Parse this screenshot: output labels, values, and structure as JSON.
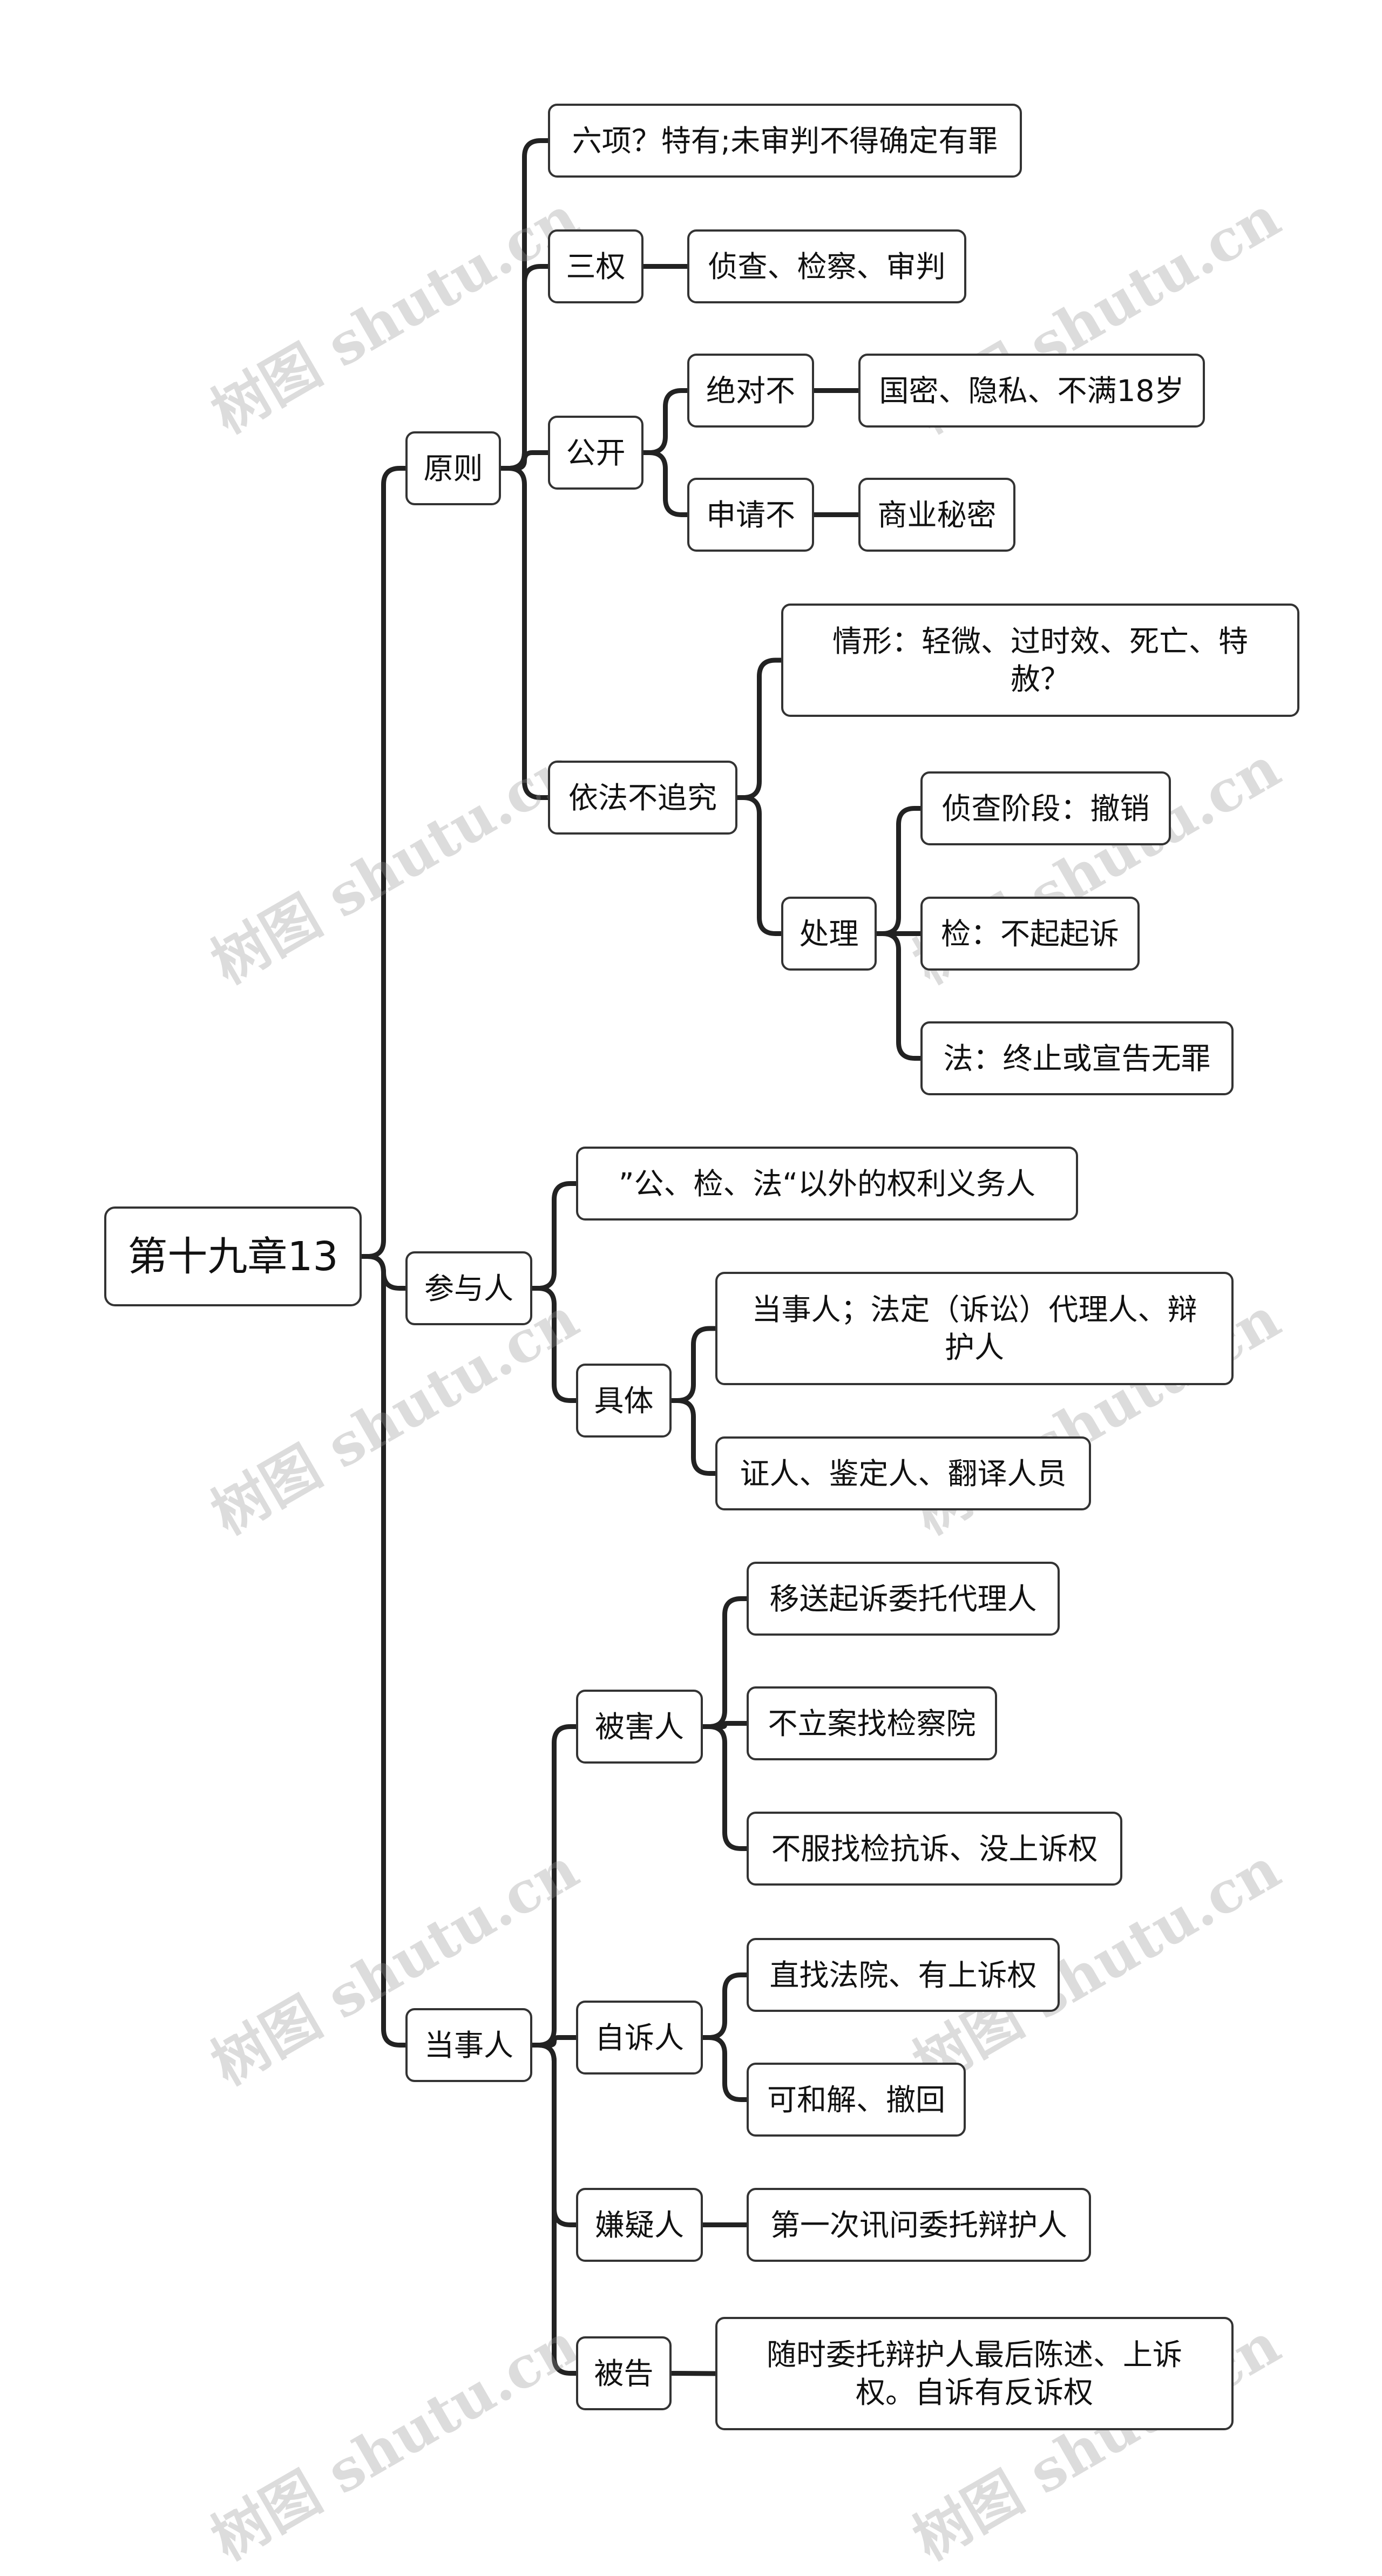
{
  "watermark": "树图 shutu.cn",
  "mindmap": {
    "root": "第十九章13",
    "principle": {
      "label": "原则",
      "six_items": "六项？特有;未审判不得确定有罪",
      "three_powers": {
        "label": "三权",
        "detail": "侦查、检察、审判"
      },
      "publicity": {
        "label": "公开",
        "absolute": {
          "label": "绝对不",
          "detail": "国密、隐私、不满18岁"
        },
        "on_request": {
          "label": "申请不",
          "detail": "商业秘密"
        }
      },
      "no_prosecution": {
        "label": "依法不追究",
        "circumstances": "情形：轻微、过时效、死亡、特赦？",
        "handling": {
          "label": "处理",
          "investigation": "侦查阶段：撤销",
          "procuratorate": "检：不起起诉",
          "court": "法：终止或宣告无罪"
        }
      }
    },
    "participants": {
      "label": "参与人",
      "definition": "”公、检、法“以外的权利义务人",
      "specific": {
        "label": "具体",
        "parties": "当事人；法定（诉讼）代理人、辩护人",
        "others": "证人、鉴定人、翻译人员"
      }
    },
    "litigants": {
      "label": "当事人",
      "victim": {
        "label": "被害人",
        "item1": "移送起诉委托代理人",
        "item2": "不立案找检察院",
        "item3": "不服找检抗诉、没上诉权"
      },
      "private_prosecutor": {
        "label": "自诉人",
        "item1": "直找法院、有上诉权",
        "item2": "可和解、撤回"
      },
      "suspect": {
        "label": "嫌疑人",
        "item1": "第一次讯问委托辩护人"
      },
      "defendant": {
        "label": "被告",
        "item1": "随时委托辩护人最后陈述、上诉权。自诉有反诉权"
      }
    }
  }
}
